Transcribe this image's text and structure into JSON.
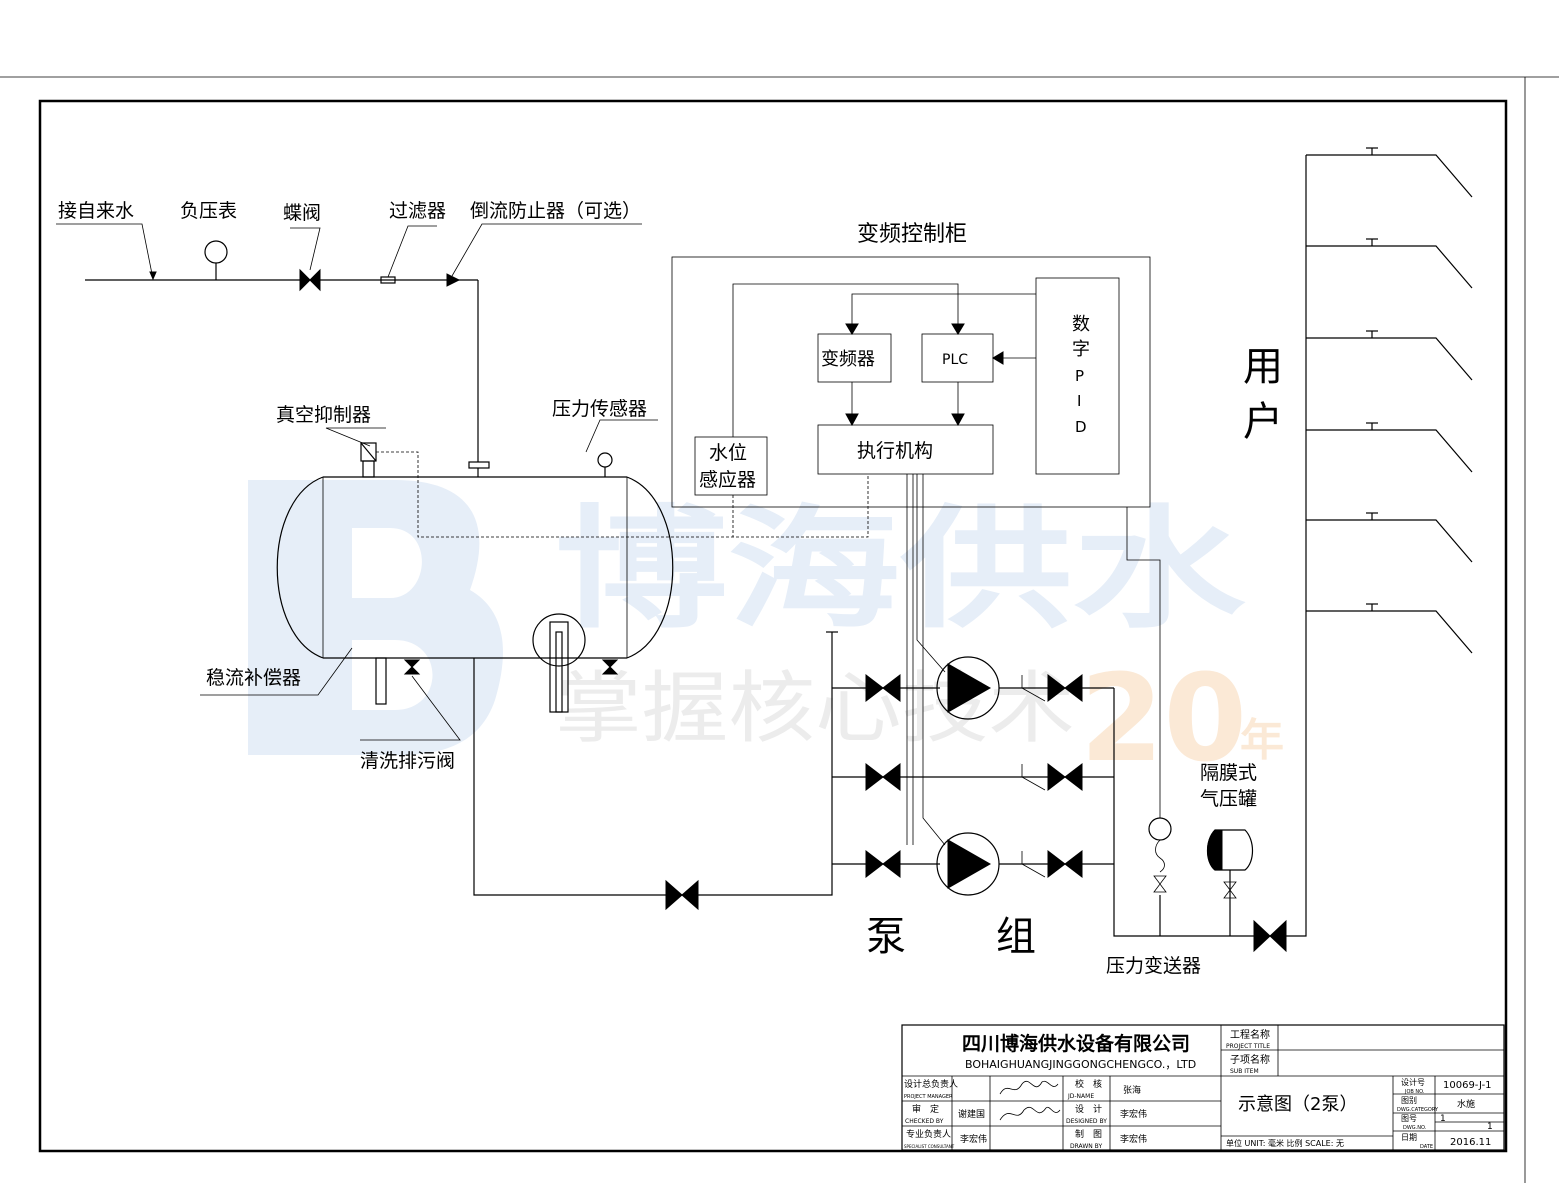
{
  "watermark": {
    "brand": "博海供水",
    "slogan": "掌握核心技术",
    "years": "20",
    "year_unit": "年"
  },
  "labels": {
    "tap_water": "接自来水",
    "neg_gauge": "负压表",
    "butterfly_valve": "蝶阀",
    "filter": "过滤器",
    "backflow": "倒流防止器（可选）",
    "vacuum": "真空抑制器",
    "pressure_sensor": "压力传感器",
    "tank": "稳流补偿器",
    "drain_valve": "清洗排污阀",
    "pump_group_1": "泵",
    "pump_group_2": "组",
    "pressure_transmitter": "压力变送器",
    "diaphragm_tank_1": "隔膜式",
    "diaphragm_tank_2": "气压罐",
    "user_1": "用",
    "user_2": "户"
  },
  "cabinet": {
    "title": "变频控制柜",
    "vfd": "变频器",
    "plc": "PLC",
    "level_1": "水位",
    "level_2": "感应器",
    "actuator": "执行机构",
    "pid": [
      "数",
      "字",
      "P",
      "I",
      "D"
    ]
  },
  "title_block": {
    "company": "四川博海供水设备有限公司",
    "company_en": "BOHAIGHUANGJINGGONGCHENGCO.，LTD",
    "project_label": "工程名称",
    "project_label_en": "PROJECT TITLE",
    "subitem_label": "子项名称",
    "subitem_label_en": "SUB ITEM",
    "manager_label": "设计总负责人",
    "manager_label_en": "PROJECT MANAGER",
    "checker_label": "审　定",
    "checker_label_en": "CHECKED BY",
    "checker_name": "谢建国",
    "specialist_label": "专业负责人",
    "specialist_label_en": "SPECIALIST CONSULTANT",
    "specialist_name": "李宏伟",
    "review_label": "校　核",
    "review_label_en": "JD-NAME",
    "review_name": "张海",
    "design_label": "设　计",
    "design_label_en": "DESIGNED BY",
    "design_name": "李宏伟",
    "drawn_label": "制　图",
    "drawn_label_en": "DRAWN BY",
    "drawn_name": "李宏伟",
    "drawing_title": "示意图（2泵）",
    "unit_scale": "单位 UNIT: 毫米    比例 SCALE: 无",
    "job_no_label": "设计号",
    "job_no_label_en": "JOB NO.",
    "job_no": "10069-J-1",
    "category_label": "图别",
    "category_label_en": "DWG.CATEGORY",
    "category": "水施",
    "dwg_no_label": "图号",
    "dwg_no_label_en": "DWG.NO.",
    "dwg_no": "1",
    "dwg_total": "1",
    "date_label": "日期",
    "date_label_en": "DATE",
    "date": "2016.11"
  }
}
